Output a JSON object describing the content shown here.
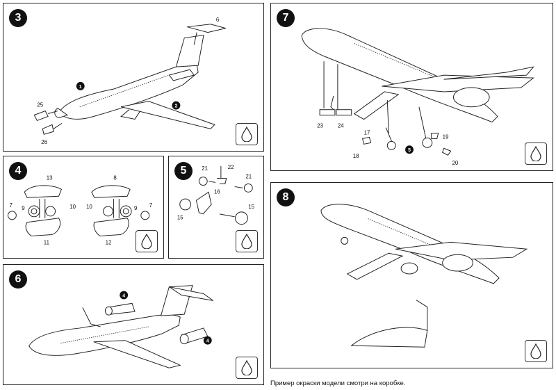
{
  "steps": {
    "s3": {
      "number": "3",
      "labels": {
        "l6": "6",
        "l25": "25",
        "l26": "26"
      },
      "callouts": {
        "c1": "1",
        "c2": "2"
      }
    },
    "s4": {
      "number": "4",
      "labels": {
        "l13": "13",
        "l8": "8",
        "l7a": "7",
        "l9a": "9",
        "l10a": "10",
        "l11": "11",
        "l10b": "10",
        "l9b": "9",
        "l7b": "7",
        "l12": "12"
      }
    },
    "s5": {
      "number": "5",
      "labels": {
        "l21a": "21",
        "l22": "22",
        "l21b": "21",
        "l16": "16",
        "l15a": "15",
        "l15b": "15"
      }
    },
    "s6": {
      "number": "6",
      "callouts": {
        "c4a": "4",
        "c4b": "4"
      }
    },
    "s7": {
      "number": "7",
      "labels": {
        "l23": "23",
        "l24": "24",
        "l17": "17",
        "l18": "18",
        "l19": "19",
        "l20": "20"
      },
      "callouts": {
        "c5": "5"
      }
    },
    "s8": {
      "number": "8"
    }
  },
  "footer": {
    "note": "Пример окраски модели смотри на коробке."
  },
  "icons": {
    "glue": "glue-drop-icon"
  }
}
